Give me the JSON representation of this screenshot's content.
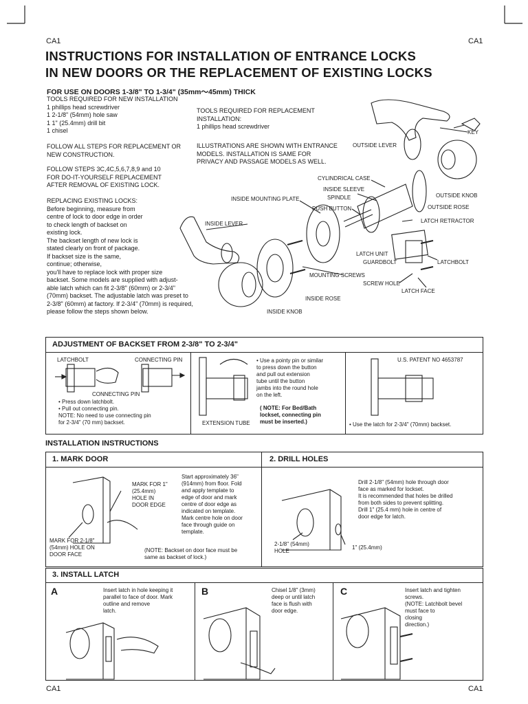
{
  "header": {
    "code_left": "CA1",
    "code_right": "CA1"
  },
  "footer": {
    "code_left": "CA1",
    "code_right": "CA1"
  },
  "title": {
    "line1": "INSTRUCTIONS FOR INSTALLATION OF ENTRANCE LOCKS",
    "line2": "IN NEW DOORS OR THE REPLACEMENT OF EXISTING LOCKS"
  },
  "subtitle": "FOR USE ON DOORS 1-3/8\" TO 1-3/4\" (35mm～45mm) THICK",
  "left_col": {
    "tools_new": "TOOLS REQUIRED FOR NEW INSTALLATION\n1 phillips head screwdriver\n1 2-1/8\" (54mm) hole saw\n1 1\" (25.4mm) drill bit\n1 chisel",
    "follow_all": "FOLLOW ALL STEPS FOR REPLACEMENT OR\nNEW CONSTRUCTION.",
    "follow_steps": "FOLLOW STEPS 3C,4C,5,6,7,8,9 and 10\nFOR DO-IT-YOURSELF REPLACEMENT\nAFTER REMOVAL OF EXISTING LOCK.",
    "replacing": "REPLACING EXISTING LOCKS:\nBefore beginning, measure from\ncentre of lock to door edge in order\nto check length of backset on\nexisting lock.\nThe backset length of new lock is\nstated clearly on front of package.\nIf backset size is the same,\ncontinue; otherwise,\nyou'll have to replace lock with proper size\nbackset. Some models are supplied with adjust-\nable latch which can fit 2-3/8\" (60mm) or 2-3/4\"\n(70mm) backset. The adjustable latch was preset to\n2-3/8\" (60mm) at factory. If 2-3/4\" (70mm) is required,\nplease follow the steps shown below."
  },
  "mid_col": {
    "tools_replace": "TOOLS REQUIRED FOR REPLACEMENT\nINSTALLATION:\n1 phillips head screwdriver",
    "illustrations": "ILLUSTRATIONS ARE SHOWN WITH ENTRANCE\nMODELS. INSTALLATION IS SAME FOR\nPRIVACY AND PASSAGE MODELS AS WELL."
  },
  "diagram_labels": {
    "key": "KEY",
    "outside_lever": "OUTSIDE LEVER",
    "cylindrical_case": "CYLINDRICAL CASE",
    "inside_sleeve": "INSIDE SLEEVE",
    "spindle": "SPINDLE",
    "outside_knob": "OUTSIDE KNOB",
    "inside_mounting_plate": "INSIDE MOUNTING PLATE",
    "push_button": "PUSH BUTTON",
    "outside_rose": "OUTSIDE ROSE",
    "inside_lever": "INSIDE LEVER",
    "latch_retractor": "LATCH RETRACTOR",
    "latch_unit": "LATCH UNIT",
    "guardbolt": "GUARDBOLT",
    "latchbolt": "LATCHBOLT",
    "mounting_screws": "MOUNTING SCREWS",
    "screw_hole": "SCREW HOLE",
    "latch_face": "LATCH FACE",
    "inside_rose": "INSIDE ROSE",
    "inside_knob": "INSIDE KNOB"
  },
  "backset": {
    "heading": "ADJUSTMENT OF BACKSET FROM 2-3/8\" TO 2-3/4\"",
    "latchbolt": "LATCHBOLT",
    "connecting_pin": "CONNECTING PIN",
    "connecting_pin2": "CONNECTING PIN",
    "steps": "• Press down latchbolt.\n• Pull out connecting pin.\n  NOTE: No need to use connecting pin\n            for 2-3/4\" (70 mm) backset.",
    "extension_tube": "EXTENSION TUBE",
    "pin_text": "• Use a pointy pin or similar\n  to press down the button\n  and pull out extension\n  tube until the button\n  jambs into the round hole\n  on the left.",
    "pin_note": "( NOTE: For Bed/Bath\n  lockset, connecting pin\n  must be inserted.)",
    "patent": "U.S. PATENT NO 4653787",
    "use_latch": "• Use the latch for 2-3/4\" (70mm) backset."
  },
  "install": {
    "heading": "INSTALLATION INSTRUCTIONS",
    "mark_door": {
      "heading": "1. MARK DOOR",
      "mark1": "MARK FOR 1\"\n(25.4mm)\nHOLE IN\nDOOR EDGE",
      "mark2": "MARK FOR 2-1/8\"\n(54mm) HOLE ON\nDOOR FACE",
      "text": "Start approximately 36\"\n(914mm) from floor. Fold\nand apply template to\nedge of door and mark\ncentre of door edge as\nindicated on template.\nMark centre hole on door\nface through guide on\ntemplate.",
      "note": "(NOTE: Backset on door face must be\n         same as backset of lock.)"
    },
    "drill_holes": {
      "heading": "2. DRILL HOLES",
      "text": "Drill 2-1/8\" (54mm) hole through door\nface as marked for lockset.\nIt is recommended that holes be drilled\nfrom both sides to prevent splitting.\nDrill 1\" (25.4 mm) hole in centre of\ndoor edge for latch.",
      "hole_label": "2-1/8\" (54mm)\nHOLE",
      "small_label": "1\" (25.4mm)"
    },
    "install_latch": {
      "heading": "3. INSTALL LATCH",
      "a_letter": "A",
      "a_text": "Insert latch in hole keeping it\nparallel to face of door. Mark\n          outline and remove\n          latch.",
      "b_letter": "B",
      "b_text": "Chisel 1/8\" (3mm)\ndeep or until latch\nface is flush with\ndoor edge.",
      "c_letter": "C",
      "c_text": "Insert latch and tighten\nscrews.\n(NOTE: Latchbolt bevel\n             must face to\n             closing\n             direction.)"
    }
  }
}
